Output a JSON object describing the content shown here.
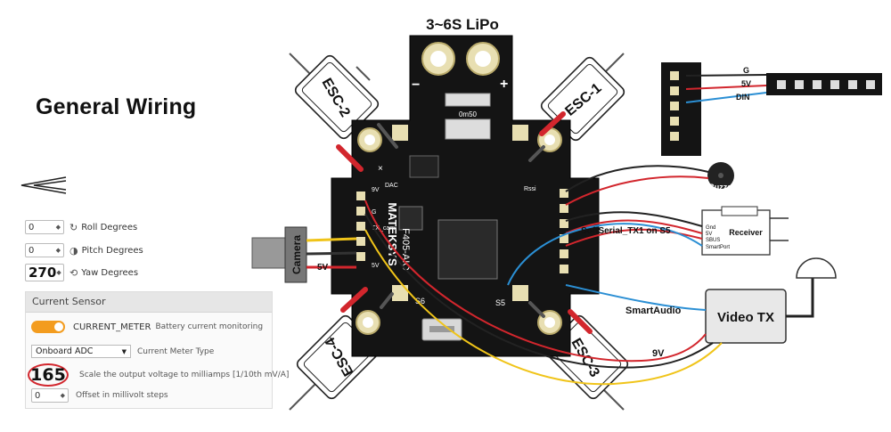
{
  "diagram": {
    "title": "General Wiring",
    "battery_label": "3~6S LiPo",
    "fc_label_1": "MATEKSYS",
    "fc_label_2": "F405-AIO",
    "shunt_label": "0m50",
    "minus": "−",
    "plus": "+",
    "esc1": "ESC-1",
    "esc2": "ESC-2",
    "esc3": "ESC-3",
    "esc4": "ESC-4",
    "camera": "Camera",
    "cam_5v": "5V",
    "buzzer": "Buzzer",
    "led_g": "G",
    "led_5v": "5V",
    "led_din": "DIN",
    "receiver": "Receiver",
    "rx_gnd": "Gnd",
    "rx_5v": "5V",
    "rx_sbus": "SBUS",
    "rx_smartport": "SmartPort",
    "softserial": "SoftSerial_TX1 on S5",
    "smartaudio": "SmartAudio",
    "video_tx": "Video TX",
    "vtx_9v": "9V",
    "pad_s6": "S6",
    "pad_s5": "S5",
    "pad_dac": "DAC",
    "pad_rssi": "Rssi",
    "pad_9v": "9V",
    "pad_g": "G",
    "pad_5v": "5V",
    "pad_tx_cam": "TX_cam",
    "pad_x": "×"
  },
  "settings": {
    "roll_value": "0",
    "roll_label": "Roll Degrees",
    "pitch_value": "0",
    "pitch_label": "Pitch Degrees",
    "yaw_value": "270",
    "yaw_label": "Yaw Degrees",
    "panel_title": "Current Sensor",
    "current_meter": "CURRENT_METER",
    "current_meter_desc": "Battery current monitoring",
    "meter_type_value": "Onboard ADC",
    "meter_type_label": "Current Meter Type",
    "scale_value": "165",
    "scale_label": "Scale the output voltage to milliamps [1/10th mV/A]",
    "offset_value": "0",
    "offset_label": "Offset in millivolt steps"
  },
  "colors": {
    "red": "#d2262d",
    "yellow": "#f0c419",
    "blue": "#2b8fd4",
    "board": "#141414",
    "toggle": "#f39c1f"
  }
}
